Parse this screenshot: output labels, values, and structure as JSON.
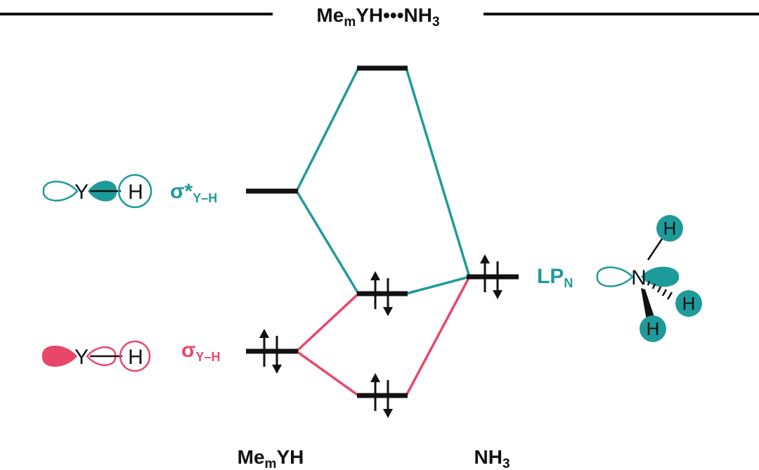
{
  "header": {
    "title_main": "Me",
    "title_sub": "m",
    "title_mid": "YH•••NH",
    "title_sub2": "3"
  },
  "left_orbitals": {
    "sigma_star": {
      "greek": "σ*",
      "sub": "Y–H",
      "atom_y": "Y",
      "atom_h": "H"
    },
    "sigma": {
      "greek": "σ",
      "sub": "Y–H",
      "atom_y": "Y",
      "atom_h": "H"
    }
  },
  "right_orbital": {
    "label": "LP",
    "label_sub": "N",
    "atom_n": "N",
    "atom_h1": "H",
    "atom_h2": "H",
    "atom_h3": "H"
  },
  "bottom_labels": {
    "left_main": "Me",
    "left_sub": "m",
    "left_end": "YH",
    "right_main": "NH",
    "right_sub": "3"
  },
  "colors": {
    "teal": "#1f9a9a",
    "red": "#e8476a",
    "black": "#111111"
  }
}
